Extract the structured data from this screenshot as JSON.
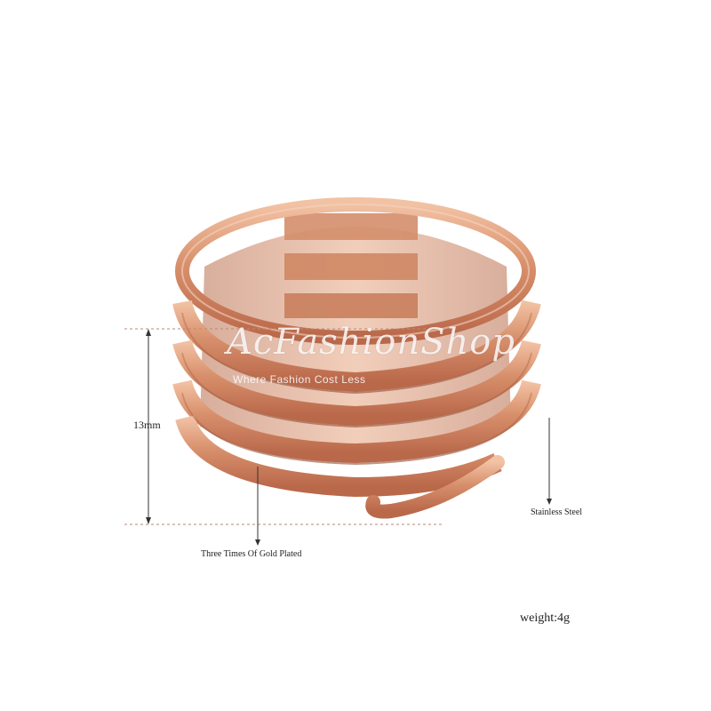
{
  "product_image": {
    "icon": "rose-gold-spiral-ring",
    "metal_color": "#d9906e"
  },
  "watermark": {
    "brand": "AcFashionShop",
    "tagline": "Where Fashion Cost Less"
  },
  "annotations": {
    "height": "13mm",
    "plating": "Three Times Of Gold Plated",
    "material": "Stainless Steel",
    "weight": "weight:4g"
  }
}
